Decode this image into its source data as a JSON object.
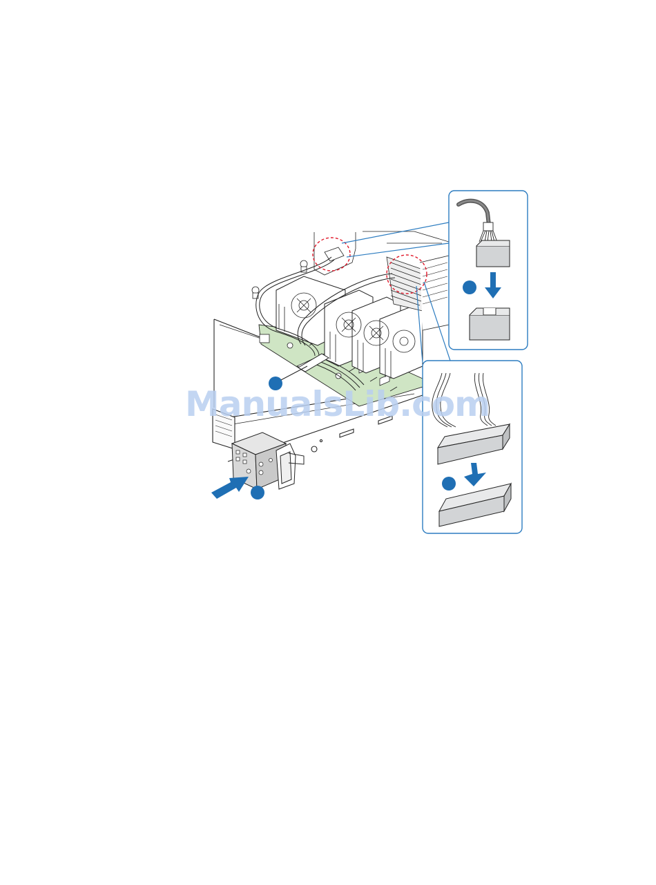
{
  "watermark": {
    "text": "ManualsLib.com"
  },
  "colors": {
    "accent_blue": "#1f6fb4",
    "panel_border": "#2c7cc0",
    "board_green": "#cfe5c4",
    "line": "#222222",
    "callout_red": "#e0192b",
    "connector_gray": "#d2d4d6"
  },
  "diagram": {
    "subject": "front-panel-board-installation",
    "steps": [
      {
        "id": "A",
        "marker_color": "#1f6fb4"
      },
      {
        "id": "B",
        "marker_color": "#1f6fb4"
      },
      {
        "id": "C",
        "marker_color": "#1f6fb4"
      },
      {
        "id": "D",
        "marker_color": "#1f6fb4"
      }
    ]
  }
}
